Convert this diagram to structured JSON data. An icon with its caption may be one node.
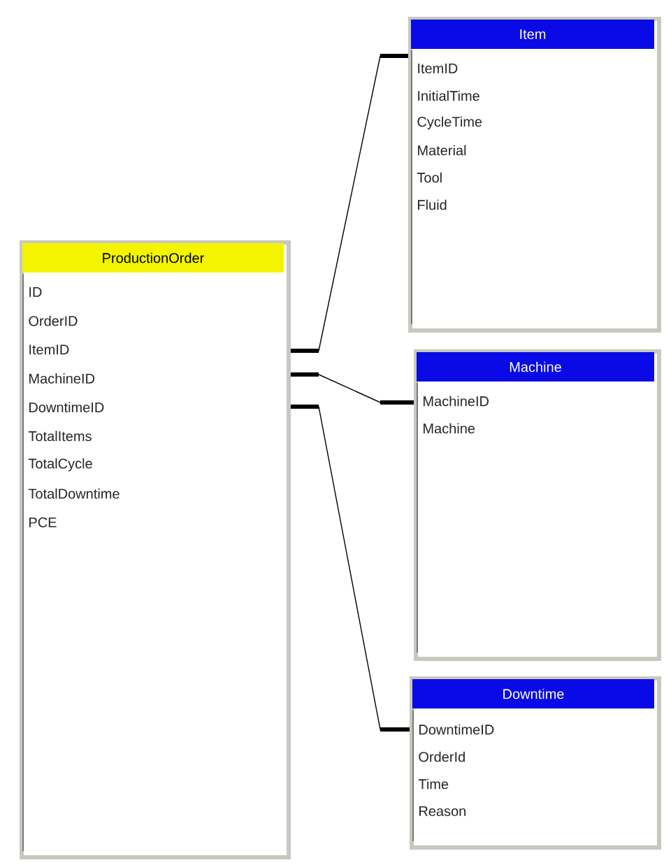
{
  "diagram": {
    "nodes": [
      {
        "text": [
          "ProductionOrder",
          "ID",
          "OrderID",
          "ItemID",
          "MachineID",
          "DowntimeID",
          "TotalItems",
          "TotalCycle",
          "TotalDowntime",
          "PCE"
        ]
      },
      {
        "text": [
          "Item",
          "ItemID",
          "InitialTime",
          "CycleTime",
          "Material",
          "Tool",
          "Fluid"
        ]
      },
      {
        "text": [
          "Machine",
          "MachineID",
          "Machine"
        ]
      },
      {
        "text": [
          "Downtime",
          "DowntimeID",
          "OrderId",
          "Time",
          "Reason"
        ]
      }
    ],
    "edges": [
      {
        "from": 0,
        "to": 1,
        "arrow": "none"
      },
      {
        "from": 0,
        "to": 2,
        "arrow": "none"
      },
      {
        "from": 0,
        "to": 3,
        "arrow": "none"
      }
    ]
  }
}
